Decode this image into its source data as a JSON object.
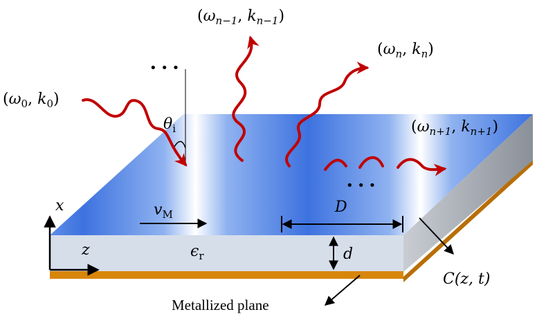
{
  "labels": {
    "wave0_open": "(",
    "wave0_omega": "ω",
    "wave0_omega_sub": "0",
    "wave0_comma": ", ",
    "wave0_k": "k",
    "wave0_k_sub": "0",
    "wave0_close": ")",
    "wave_nm1_open": "(",
    "wave_nm1_omega": "ω",
    "wave_nm1_omega_sub": "n−1",
    "wave_nm1_comma": ", ",
    "wave_nm1_k": "k",
    "wave_nm1_k_sub": "n−1",
    "wave_nm1_close": ")",
    "wave_n_open": "(",
    "wave_n_omega": "ω",
    "wave_n_omega_sub": "n",
    "wave_n_comma": ", ",
    "wave_n_k": "k",
    "wave_n_k_sub": "n",
    "wave_n_close": ")",
    "wave_np1_open": "(",
    "wave_np1_omega": "ω",
    "wave_np1_omega_sub": "n+1",
    "wave_np1_comma": ", ",
    "wave_np1_k": "k",
    "wave_np1_k_sub": "n+1",
    "wave_np1_close": ")",
    "theta": "θ",
    "theta_sub": "i",
    "velocity": "v",
    "velocity_sub": "M",
    "period": "D",
    "thickness": "d",
    "permittivity": "ϵ",
    "permittivity_sub": "r",
    "axis_x": "x",
    "axis_z": "z",
    "capacitance": "C(z, t)",
    "metallized_plane": "Metallized plane",
    "dots_top": "• • •",
    "dots_bottom": "• • •"
  },
  "colors": {
    "wave": "#c00000",
    "modulation_blue": "#3f74e0",
    "substrate_front": "#d6deea",
    "substrate_side": "#9aa2ad",
    "metal": "#d8860a"
  }
}
